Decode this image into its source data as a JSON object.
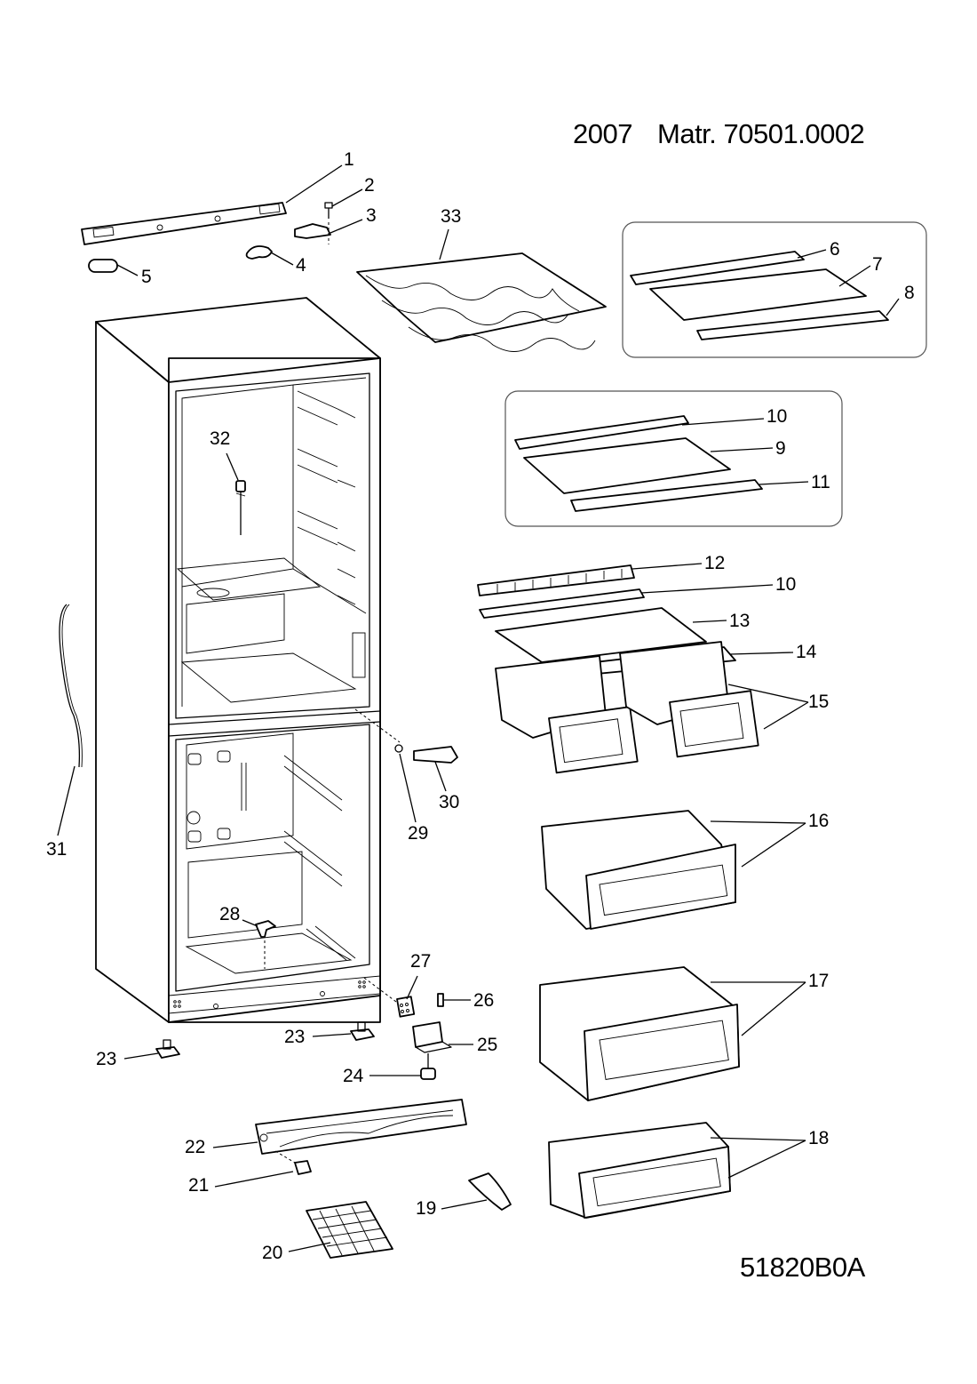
{
  "header": {
    "year": "2007",
    "material": "Matr. 70501.0002"
  },
  "footer": {
    "drawing_code": "51820B0A"
  },
  "callouts": [
    "1",
    "2",
    "3",
    "4",
    "5",
    "6",
    "7",
    "8",
    "9",
    "10",
    "10",
    "11",
    "12",
    "13",
    "14",
    "15",
    "16",
    "17",
    "18",
    "19",
    "20",
    "21",
    "22",
    "23",
    "23",
    "24",
    "25",
    "26",
    "27",
    "28",
    "29",
    "30",
    "31",
    "32",
    "33"
  ]
}
